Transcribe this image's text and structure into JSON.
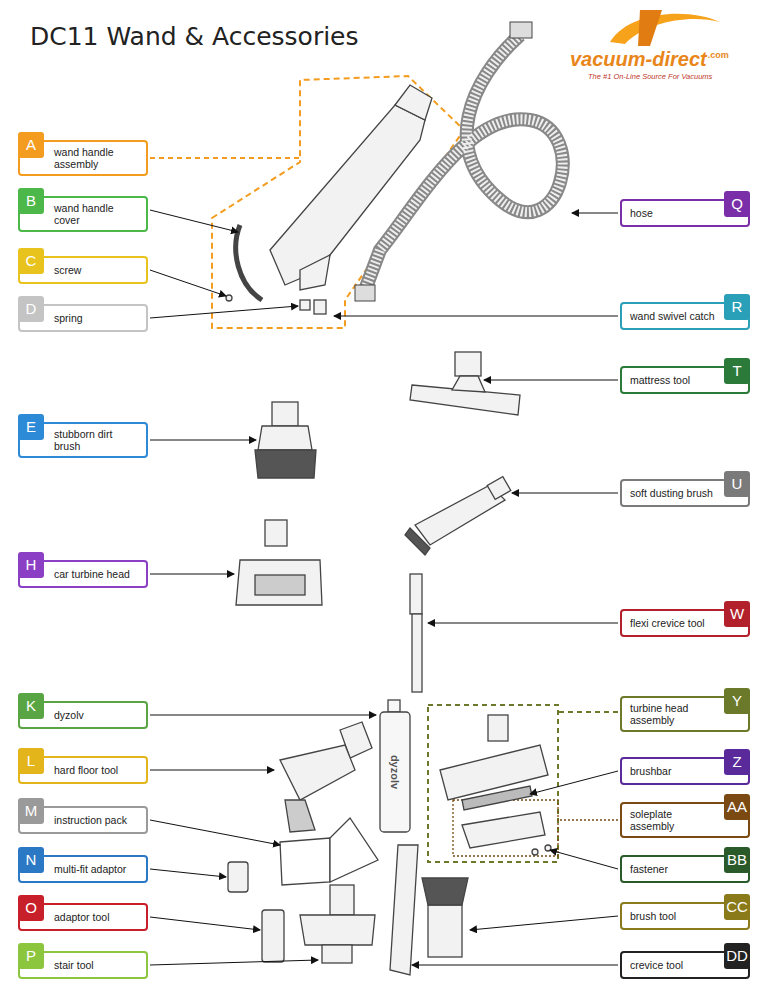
{
  "diagram": {
    "title": "DC11 Wand & Accessories",
    "nodes": [
      {
        "text": [
          "A",
          "wand handle assembly"
        ]
      },
      {
        "text": [
          "B",
          "wand handle cover"
        ]
      },
      {
        "text": [
          "C",
          "screw"
        ]
      },
      {
        "text": [
          "D",
          "spring"
        ]
      },
      {
        "text": [
          "Q",
          "hose"
        ]
      },
      {
        "text": [
          "R",
          "wand swivel catch"
        ]
      },
      {
        "text": [
          "T",
          "mattress tool"
        ]
      },
      {
        "text": [
          "E",
          "stubborn dirt brush"
        ]
      },
      {
        "text": [
          "U",
          "soft dusting brush"
        ]
      },
      {
        "text": [
          "H",
          "car turbine head"
        ]
      },
      {
        "text": [
          "W",
          "flexi crevice tool"
        ]
      },
      {
        "text": [
          "K",
          "dyzolv"
        ]
      },
      {
        "text": [
          "Y",
          "turbine head assembly"
        ]
      },
      {
        "text": [
          "L",
          "hard floor tool"
        ]
      },
      {
        "text": [
          "Z",
          "brushbar"
        ]
      },
      {
        "text": [
          "M",
          "instruction pack"
        ]
      },
      {
        "text": [
          "AA",
          "soleplate assembly"
        ]
      },
      {
        "text": [
          "N",
          "multi-fit adaptor"
        ]
      },
      {
        "text": [
          "BB",
          "fastener"
        ]
      },
      {
        "text": [
          "O",
          "adaptor tool"
        ]
      },
      {
        "text": [
          "CC",
          "brush tool"
        ]
      },
      {
        "text": [
          "P",
          "stair tool"
        ]
      },
      {
        "text": [
          "DD",
          "crevice tool"
        ]
      }
    ],
    "labels": [
      "vacuum-direct",
      ".com",
      "The #1 On-Line Source For Vacuums",
      "dyzolv"
    ]
  }
}
